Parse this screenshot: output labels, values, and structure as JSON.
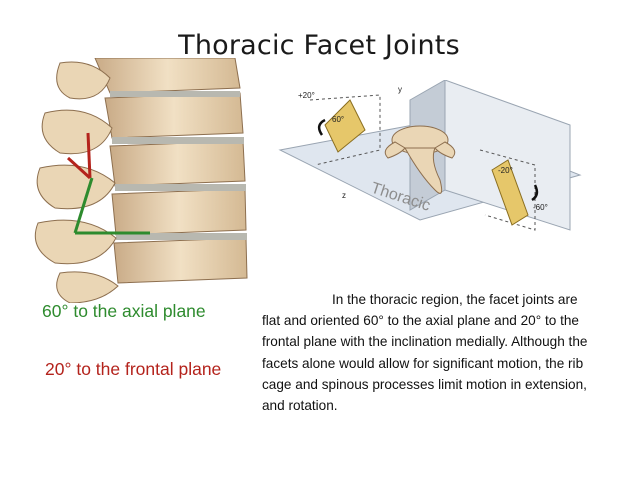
{
  "slide": {
    "title": "Thoracic Facet Joints",
    "caption_axial": "60° to the axial plane",
    "caption_frontal": "20° to the frontal plane",
    "body": "In the thoracic region, the facet joints are flat and oriented 60° to the axial plane and 20° to the frontal plane with the inclination medially. Although the facets alone would allow for significant motion, the rib cage and spinous processes limit motion in extension, and rotation."
  },
  "diagram": {
    "label_plus20": "+20°",
    "label_y": "y",
    "label_60": "60°",
    "label_minus20": "-20°",
    "label_minus60": "-60°",
    "label_z": "z",
    "label_region": "Thoracic"
  },
  "colors": {
    "green": "#2e8b2e",
    "red": "#b4231c",
    "bone": "#e8d2b0",
    "facet": "#e6c76a"
  }
}
